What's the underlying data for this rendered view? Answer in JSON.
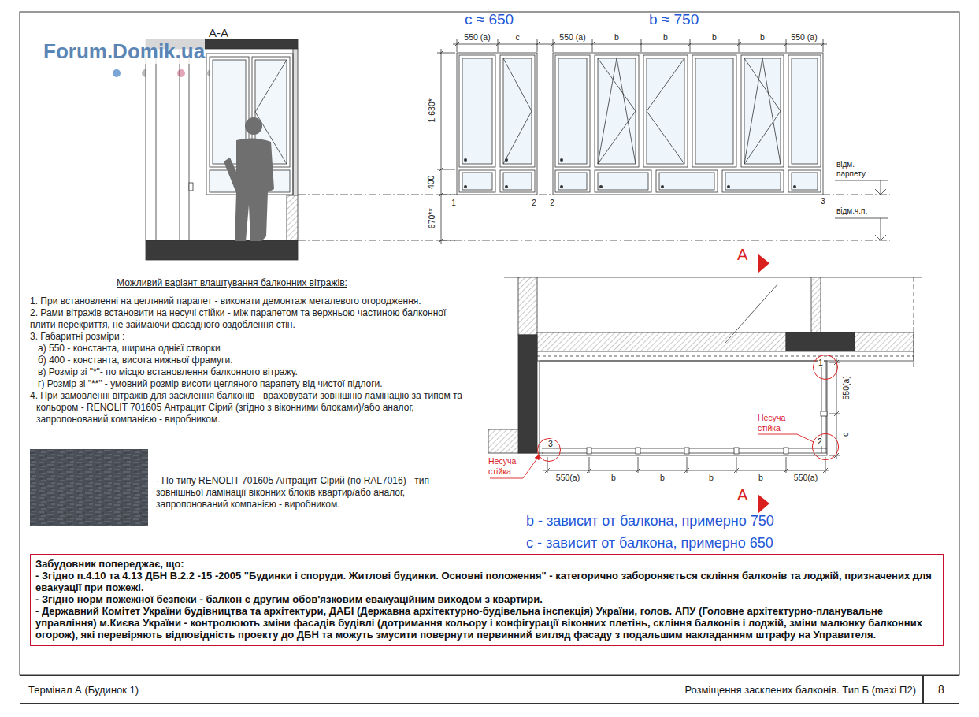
{
  "diagram": {
    "nodes": [
      {
        "text": [
          "1"
        ]
      },
      {
        "text": [
          "3"
        ]
      },
      {
        "text": [
          "2"
        ]
      },
      {
        "text": [
          "Забудовник попереджає, що:",
          "- Згідно п.4.10 та 4.13 ДБН В.2.2 -15 -2005 \"Будинки і споруди. Житлові будинки. Основні положення\" - категорично забороняється скління балконів та лоджій, призначених для евакуації при пожежі.",
          "- Згідно норм пожежної безпеки - балкон є другим обов'язковим евакуаційним виходом з квартири.",
          "- Державний Комітет України будівництва та архітектури, ДАБІ (Державна архітектурно-будівельна інспекція) України, голов. АПУ (Головне архітектурно-планувальне управління) м.Києва України - контролюють зміни фасадів будівлі (дотримання кольору і конфігурації віконних плетінь, скління балконів і лоджій, зміни малюнку балконних огорож), які перевіряють відповідність проекту до ДБН та можуть змусити повернути первинний вигляд фасаду з подальшим накладанням штрафу на Управителя."
        ]
      },
      {
        "text": [
          "Термінал А (Будинок 1)",
          "Розміщення засклених балконів. Тип Б (maxi П2)"
        ]
      },
      {
        "text": [
          "8"
        ]
      }
    ],
    "labels": [
      "Forum.Domik.ua",
      "А-А",
      "c ≈ 650",
      "b ≈ 750",
      "550 (a)",
      "c",
      "550 (a)",
      "b",
      "b",
      "b",
      "b",
      "550 (a)",
      "1 630*",
      "400",
      "670**",
      "1",
      "2",
      "2",
      "3",
      "відм. парпету",
      "відм.ч.п.",
      "A",
      "A",
      "550(a)",
      "b",
      "b",
      "b",
      "b",
      "550(a)",
      "550(a)",
      "c",
      "Несуча стійка",
      "Несуча стійка",
      "b - зависит от балкона, примерно 750",
      "c - зависит от балкона, примерно 650",
      "Можливий варіант влаштування балконних вітражів:",
      "1. При встановленні на цегляний парапет - виконати демонтаж металевого огородження.",
      "2. Рами вітражів встановити на несучі стійки - між парапетом та верхньою частиною балконної плити перекриття, не займаючи фасадного оздоблення стін.",
      "3. Габаритні розміри :",
      "а) 550 -  константа, ширина однієї  створки",
      "б) 400 -  константа, висота нижньої фрамуги.",
      "в) Розмір зі \"*\"- по місцю встановлення балконного вітражу.",
      "г) Розмір зі \"**\" - умовний розмір висоти цегляного парапету від чистої підлоги.",
      "4. При замовленні вітражів для засклення балконів - враховувати зовнішню ламінацію за типом та кольором -  RENOLIT 701605 Антрацит Сірий (згідно з віконними блоками)/або аналог, запропонований компанією - виробником.",
      "- По типу RENOLIT 701605 Антрацит Сірий (по RAL7016) - тип зовнішньої ламінації віконних блоків квартир/або аналог, запропонований компанією - виробником."
    ]
  }
}
